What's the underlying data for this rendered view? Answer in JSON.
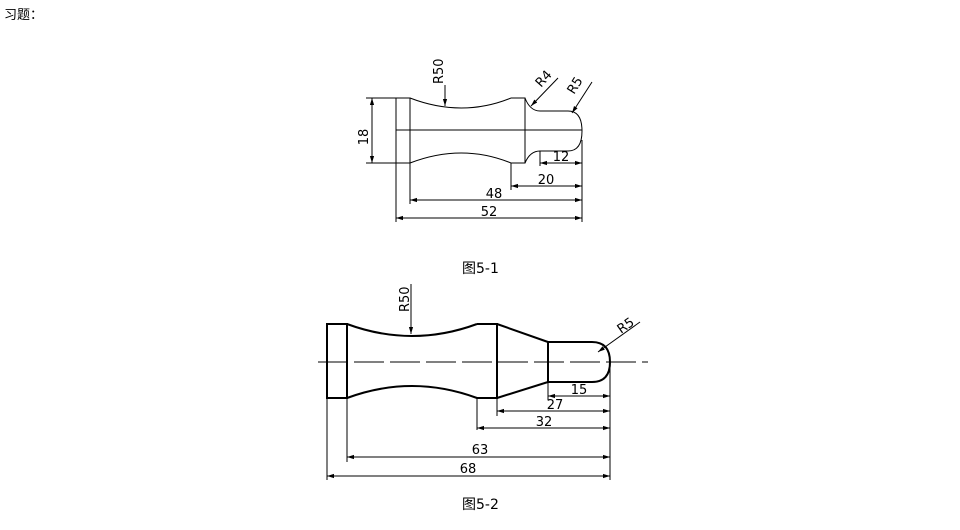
{
  "heading": "习题：",
  "figure1": {
    "caption": "图5-1",
    "dims": {
      "r50": "R50",
      "r4": "R4",
      "r5": "R5",
      "d18": "18",
      "d12": "12",
      "d20": "20",
      "d48": "48",
      "d52": "52"
    }
  },
  "figure2": {
    "caption": "图5-2",
    "dims": {
      "r50": "R50",
      "r5": "R5",
      "d15": "15",
      "d27": "27",
      "d32": "32",
      "d63": "63",
      "d68": "68"
    }
  }
}
